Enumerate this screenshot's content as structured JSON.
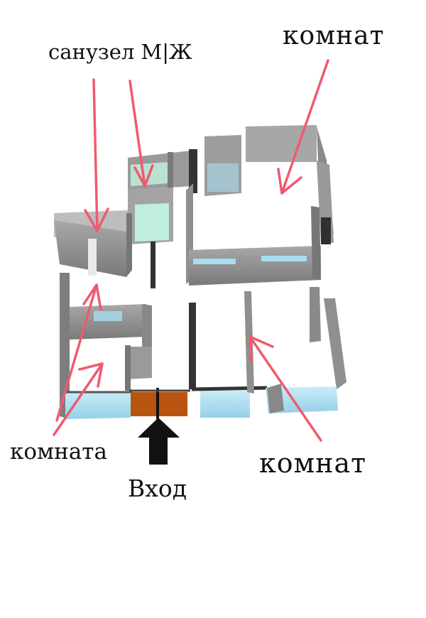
{
  "labels": {
    "sanuzel": "санузел  М|Ж",
    "room_top_right": "комнат",
    "room_bottom_left": "комната",
    "room_bottom_right": "комнат",
    "entrance": "Вход"
  },
  "colors": {
    "wall": "#8e8e8e",
    "wall_dark": "#6f6f6f",
    "wall_light": "#bdbdbd",
    "window": "#a9dcef",
    "window_green": "#bfeedd",
    "door": "#b8540f",
    "arrow": "#f05a6e",
    "entrance_arrow": "#111111",
    "floor_shadow": "#e6e6e6"
  },
  "icons": [
    "entrance-arrow-icon"
  ]
}
